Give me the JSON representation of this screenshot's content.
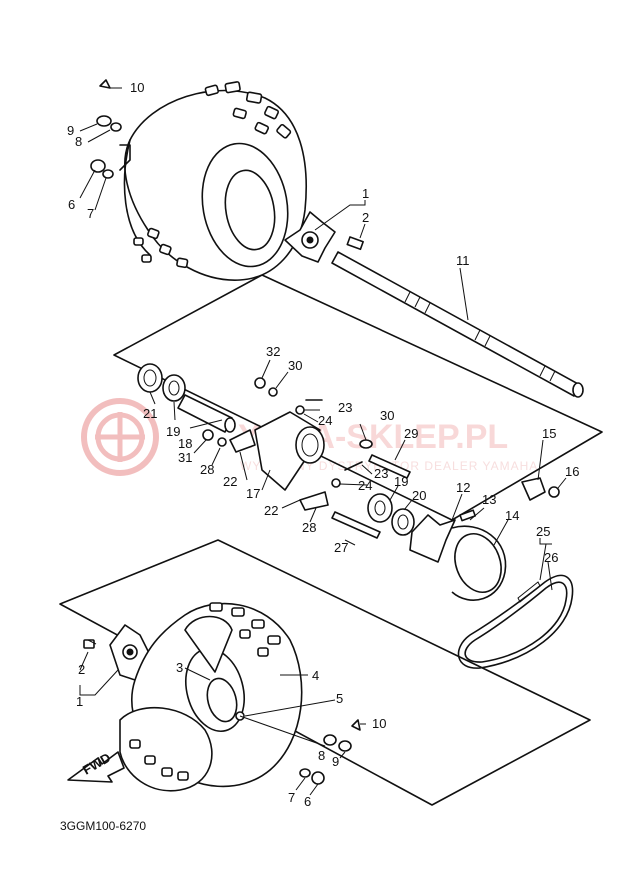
{
  "diagram": {
    "code": "3GGM100-6270",
    "fwd_label": "FWD",
    "watermark_main": "YAMA-SKLEP.PL",
    "watermark_sub": "WYŁĄCZNY DYSTRYBUTOR DEALER YAMAHA",
    "callouts": {
      "c1": "1",
      "c2": "2",
      "c3": "3",
      "c4": "4",
      "c5": "5",
      "c6": "6",
      "c7": "7",
      "c8": "8",
      "c9": "9",
      "c10": "10",
      "c11": "11",
      "c12": "12",
      "c13": "13",
      "c14": "14",
      "c15": "15",
      "c16": "16",
      "c17": "17",
      "c18": "18",
      "c19": "19",
      "c20": "20",
      "c21": "21",
      "c22": "22",
      "c23": "23",
      "c24": "24",
      "c25": "25",
      "c26": "26",
      "c27": "27",
      "c28": "28",
      "c29": "29",
      "c30": "30",
      "c31": "31",
      "c32": "32"
    },
    "colors": {
      "ink": "#111111",
      "watermark": "#e88a8a"
    }
  }
}
